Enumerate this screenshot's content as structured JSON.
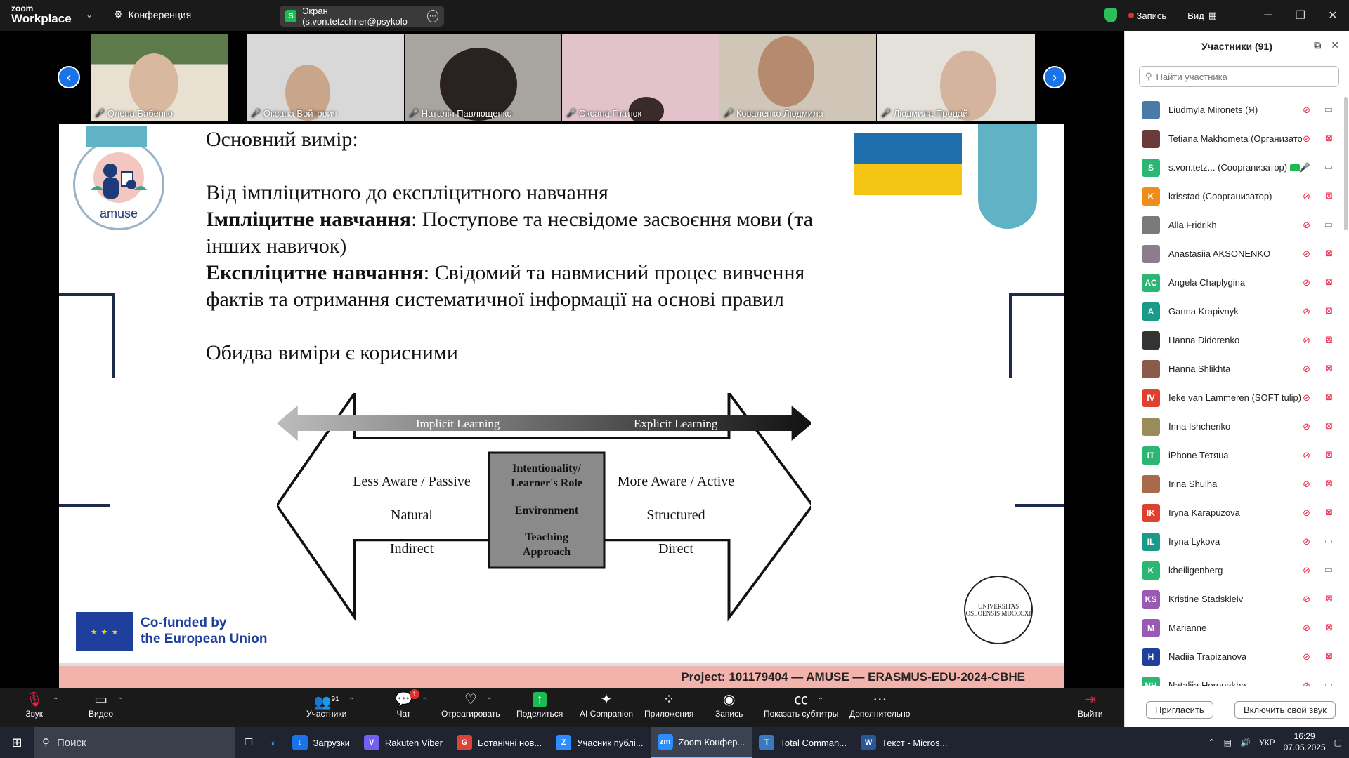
{
  "titlebar": {
    "logo_line1": "zoom",
    "logo_line2": "Workplace",
    "meeting_label": "Конференция",
    "share_label": "Экран (s.von.tetzchner@psykolo",
    "share_icon_letter": "S",
    "record_label": "Запись",
    "view_label": "Вид"
  },
  "video_tiles": [
    {
      "name": "Олена Бабенко"
    },
    {
      "name": "Оксана Войтович"
    },
    {
      "name": "Наталія Павлющенко"
    },
    {
      "name": "Оксана Гнатюк"
    },
    {
      "name": "Коваленко Людмила"
    },
    {
      "name": "Людмила Процай"
    }
  ],
  "slide": {
    "title": "Основний вимір:",
    "line1": "Від імпліцитного до експліцитного навчання",
    "implicit_term": "Імпліцитне навчання",
    "implicit_def": ": Поступове та несвідоме засвоєння мови (та",
    "implicit_def2": "інших навичок)",
    "explicit_term": "Експліцитне навчання",
    "explicit_def": ": Свідомий та навмисний процес вивчення",
    "explicit_def2": "фактів та отримання систематичної інформації на основі правил",
    "both_useful": "Обидва виміри є корисними",
    "logo_label": "amuse",
    "eu_line1": "Co-funded by",
    "eu_line2": "the European Union",
    "seal_text": "UNIVERSITAS OSLOENSIS MDCCCXI",
    "project": "Project: 101179404 — AMUSE — ERASMUS-EDU-2024-CBHE",
    "diagram": {
      "arrow_left": "Implicit Learning",
      "arrow_right": "Explicit Learning",
      "left_items": [
        "Less Aware / Passive",
        "Natural",
        "Indirect"
      ],
      "center_items": [
        "Intentionality/ Learner's Role",
        "Environment",
        "Teaching Approach"
      ],
      "right_items": [
        "More Aware / Active",
        "Structured",
        "Direct"
      ]
    }
  },
  "panel": {
    "title": "Участники (91)",
    "search_placeholder": "Найти участника",
    "invite_label": "Пригласить",
    "audio_label": "Включить свой звук",
    "participants": [
      {
        "name": "Liudmyla Mironets (Я)",
        "initials": "",
        "color": "#4a7ba6",
        "video_off": false
      },
      {
        "name": "Tetiana Makhometa (Организатор)",
        "initials": "",
        "color": "#6b3a3a",
        "video_off": true
      },
      {
        "name": "s.von.tetz... (Соорганизатор)",
        "initials": "S",
        "color": "#2bb673",
        "video_off": false,
        "sharing": true
      },
      {
        "name": "krisstad (Соорганизатор)",
        "initials": "K",
        "color": "#f08c1a",
        "video_off": true
      },
      {
        "name": "Alla Fridrikh",
        "initials": "",
        "color": "#7a7a7a",
        "video_off": false
      },
      {
        "name": "Anastasiia AKSONENKO",
        "initials": "",
        "color": "#8b7d8c",
        "video_off": true
      },
      {
        "name": "Angela Chaplygina",
        "initials": "AC",
        "color": "#2bb673",
        "video_off": true
      },
      {
        "name": "Ganna Krapivnyk",
        "initials": "A",
        "color": "#1a9b8a",
        "video_off": true
      },
      {
        "name": "Hanna Didorenko",
        "initials": "",
        "color": "#333333",
        "video_off": true
      },
      {
        "name": "Hanna Shlikhta",
        "initials": "",
        "color": "#8a5a4a",
        "video_off": true
      },
      {
        "name": "Ieke van Lammeren (SOFT tulip)",
        "initials": "IV",
        "color": "#e0412e",
        "video_off": true
      },
      {
        "name": "Inna Ishchenko",
        "initials": "",
        "color": "#9a8b5a",
        "video_off": true
      },
      {
        "name": "iPhone Тетяна",
        "initials": "IT",
        "color": "#2bb673",
        "video_off": true
      },
      {
        "name": "Irina Shulha",
        "initials": "",
        "color": "#a86a4a",
        "video_off": true
      },
      {
        "name": "Iryna Karapuzova",
        "initials": "IK",
        "color": "#e0412e",
        "video_off": true
      },
      {
        "name": "Iryna Lykova",
        "initials": "IL",
        "color": "#1a9b8a",
        "video_off": false
      },
      {
        "name": "kheiligenberg",
        "initials": "K",
        "color": "#2bb673",
        "video_off": false
      },
      {
        "name": "Kristine Stadskleiv",
        "initials": "KS",
        "color": "#9b59b6",
        "video_off": true
      },
      {
        "name": "Marianne",
        "initials": "M",
        "color": "#9b59b6",
        "video_off": true
      },
      {
        "name": "Nadiia Trapizanova",
        "initials": "H",
        "color": "#1e3f9c",
        "video_off": true
      },
      {
        "name": "Nataliia Horopakha",
        "initials": "NH",
        "color": "#2bb673",
        "video_off": false
      }
    ]
  },
  "toolbar": {
    "audio": "Звук",
    "video": "Видео",
    "participants": "Участники",
    "participants_count": "91",
    "chat": "Чат",
    "chat_badge": "1",
    "react": "Отреагировать",
    "share": "Поделиться",
    "ai": "AI Companion",
    "apps": "Приложения",
    "record": "Запись",
    "captions": "Показать субтитры",
    "more": "Дополнительно",
    "leave": "Выйти"
  },
  "taskbar": {
    "search": "Поиск",
    "apps": [
      {
        "label": "Загрузки",
        "color": "#1a73e8",
        "letter": "↓"
      },
      {
        "label": "Rakuten Viber",
        "color": "#7360f2",
        "letter": "V"
      },
      {
        "label": "Ботанічні нов...",
        "color": "#db4437",
        "letter": "G"
      },
      {
        "label": "Учасник публі...",
        "color": "#2d8cff",
        "letter": "Z"
      },
      {
        "label": "Zoom Конфер...",
        "color": "#2d8cff",
        "letter": "zm",
        "active": true
      },
      {
        "label": "Total Comman...",
        "color": "#3a78c2",
        "letter": "T"
      },
      {
        "label": "Текст - Micros...",
        "color": "#2b579a",
        "letter": "W"
      }
    ],
    "lang": "УКР",
    "time": "16:29",
    "date": "07.05.2025"
  }
}
